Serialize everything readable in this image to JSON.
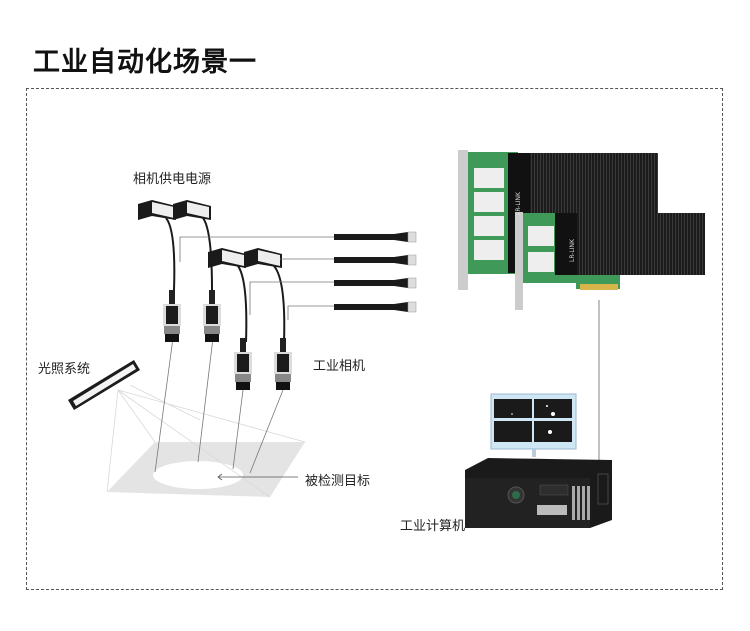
{
  "title": "工业自动化场景一",
  "labels": {
    "camera_power": "相机供电电源",
    "lighting": "光照系统",
    "industrial_camera": "工业相机",
    "inspected_target": "被检测目标",
    "industrial_computer": "工业计算机"
  },
  "nic": {
    "brand": "LR-LINK",
    "large_card_ports": 4,
    "small_card_ports": 2
  },
  "components": {
    "cameras": 4,
    "power_supplies": 4,
    "ethernet_cables": 4
  },
  "colors": {
    "pcb_green": "#3f9a5a",
    "heatsink": "#1a1a1a",
    "target_plane": "#e6e6e6",
    "frame_border": "#555555"
  }
}
